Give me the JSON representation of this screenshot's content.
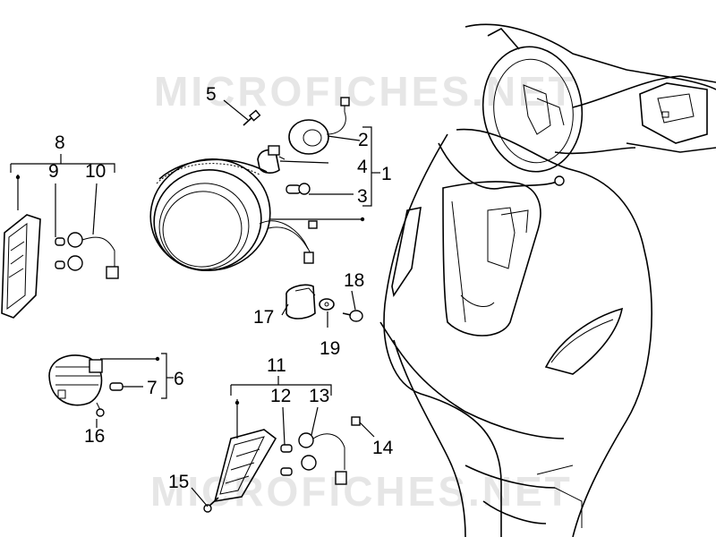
{
  "watermark": {
    "top": "MICROFICHES.NET",
    "bottom": "MICROFICHES.NET"
  },
  "callouts": {
    "c1": "1",
    "c2": "2",
    "c3": "3",
    "c4": "4",
    "c5": "5",
    "c6": "6",
    "c7": "7",
    "c8": "8",
    "c9": "9",
    "c10": "10",
    "c11": "11",
    "c12": "12",
    "c13": "13",
    "c14": "14",
    "c15": "15",
    "c16": "16",
    "c17": "17",
    "c18": "18",
    "c19": "19"
  }
}
